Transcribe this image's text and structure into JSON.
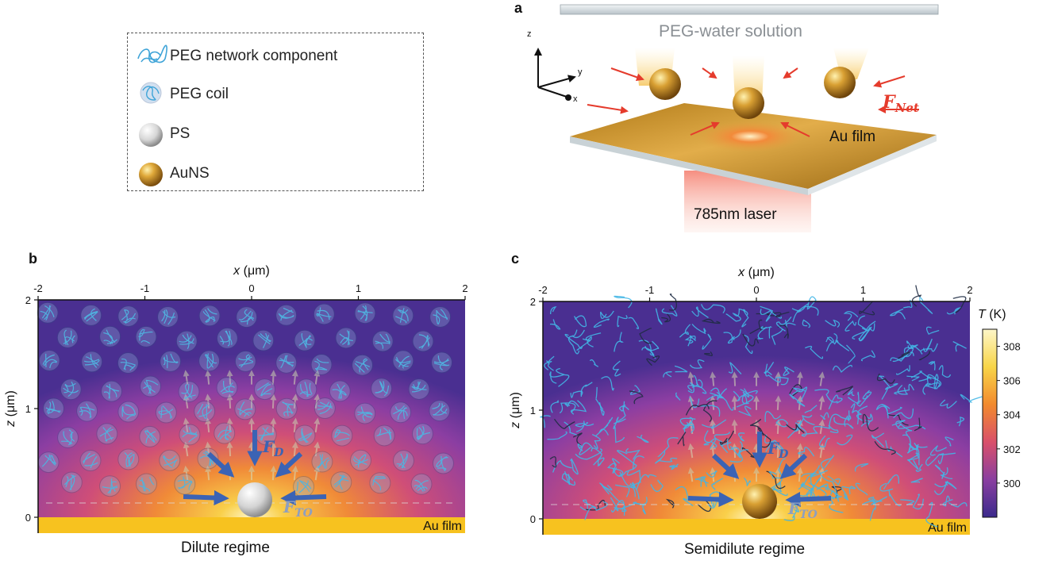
{
  "legend": {
    "items": [
      {
        "icon": "peg-network-icon",
        "label": "PEG network component"
      },
      {
        "icon": "peg-coil-icon",
        "label": "PEG coil"
      },
      {
        "icon": "ps-sphere-icon",
        "label": "PS"
      },
      {
        "icon": "auns-sphere-icon",
        "label": "AuNS"
      }
    ]
  },
  "panel_a": {
    "letter": "a",
    "solution_label": "PEG-water solution",
    "film_label": "Au film",
    "laser_label": "785nm laser",
    "force_label": "F",
    "force_sub": "Net",
    "axes": {
      "z": "z",
      "y": "y",
      "x": "x"
    },
    "colors": {
      "gold": "#c8932a",
      "arrow": "#e53b2c",
      "laser": "#f7a08e"
    }
  },
  "panel_b": {
    "letter": "b",
    "regime_label": "Dilute regime",
    "film_label": "Au film",
    "force_d": "F",
    "force_d_sub": "D",
    "force_to": "F",
    "force_to_sub": "TO"
  },
  "panel_c": {
    "letter": "c",
    "regime_label": "Semidilute regime",
    "film_label": "Au film",
    "force_d": "F",
    "force_d_sub": "D",
    "force_to": "F",
    "force_to_sub": "TO"
  },
  "axes": {
    "x_title": "x",
    "x_unit": " (μm)",
    "z_title": "z",
    "z_unit": " (μm)",
    "x_ticks": [
      "-2",
      "-1",
      "0",
      "1",
      "2"
    ],
    "z_ticks": [
      "2",
      "1",
      "0"
    ]
  },
  "colorbar": {
    "title": "T",
    "unit": " (K)",
    "ticks": [
      "308",
      "306",
      "304",
      "302",
      "300"
    ],
    "range": [
      298,
      309
    ],
    "colors": [
      "#3b2a8c",
      "#8a3fa0",
      "#d9506a",
      "#f28a2e",
      "#f8d548",
      "#fdf6c8"
    ]
  }
}
